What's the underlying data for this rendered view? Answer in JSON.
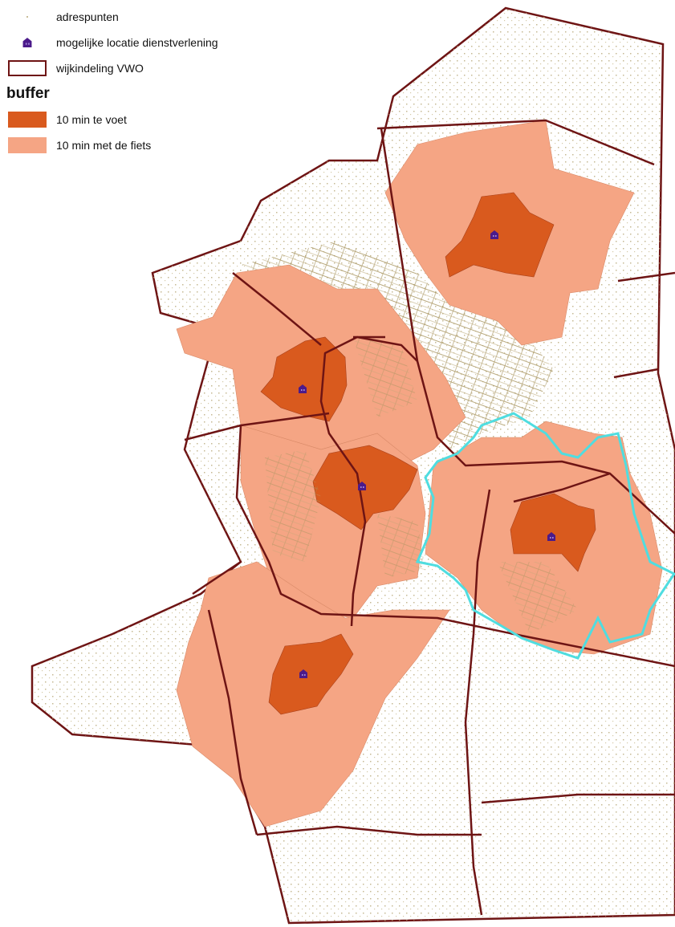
{
  "legend": {
    "items": [
      {
        "label": "adrespunten",
        "symbol": "address-point"
      },
      {
        "label": "mogelijke locatie  dienstverlening",
        "symbol": "service-location"
      },
      {
        "label": "wijkindeling VWO",
        "symbol": "district-boundary"
      }
    ],
    "buffer_heading": "buffer",
    "buffer_items": [
      {
        "label": "10 min te voet",
        "symbol": "walk-buffer"
      },
      {
        "label": "10 min met de fiets",
        "symbol": "bike-buffer"
      }
    ]
  },
  "colors": {
    "walk_buffer": "#d95a1e",
    "bike_buffer": "#f5a584",
    "district_boundary": "#6e1414",
    "highlight_outline": "#4fdde0",
    "address_points": "#b8a878",
    "service_location": "#4b1a8a"
  },
  "map": {
    "service_locations": 5,
    "walk_buffers": 5,
    "bike_buffers": 5
  }
}
